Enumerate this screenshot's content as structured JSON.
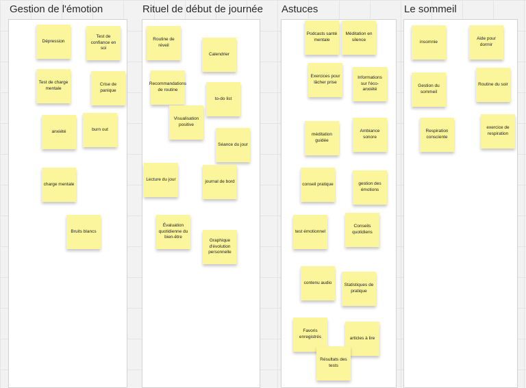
{
  "columns": [
    {
      "title": "Gestion de l'émotion",
      "notes": [
        "Dépression",
        "Test de confiance en soi",
        "Test de charge mentale",
        "Crise de panique",
        "anxiété",
        "burn out",
        "charge mentale",
        "Bruits blancs"
      ]
    },
    {
      "title": "Rituel de début de journée",
      "notes": [
        "Routine de réveil",
        "Calendrier",
        "Recommandations de routine",
        "to-do list",
        "Visualisation positive",
        "Séance du jour",
        "Lecture du jour",
        "journal de bord",
        "Évaluation quotidienne du bien-être",
        "Graphique d'évolution personnelle"
      ]
    },
    {
      "title": "Astuces",
      "notes": [
        "Podcasts santé mentale",
        "Méditation en silence",
        "Exercices pour lâcher prise",
        "Informations sur l'éco-anxiété",
        "méditation guidée",
        "Ambiance sonore",
        "conseil pratique",
        "gestion des émotions",
        "test émotionnel",
        "Conseils quotidiens",
        "contenu audio",
        "Statistiques de pratique",
        "Favoris enregistrés",
        "articles à lire",
        "Résultats des tests"
      ]
    },
    {
      "title": "Le sommeil",
      "notes": [
        "insomnie",
        "Aide pour dormir",
        "Gestion du sommeil",
        "Routine du soir",
        "Respiration consciente",
        "exercice de respiration"
      ]
    }
  ],
  "colors": {
    "sticky_note": "#fbf59c",
    "column_bg": "#ffffff",
    "canvas_bg": "#f2f2f2"
  }
}
